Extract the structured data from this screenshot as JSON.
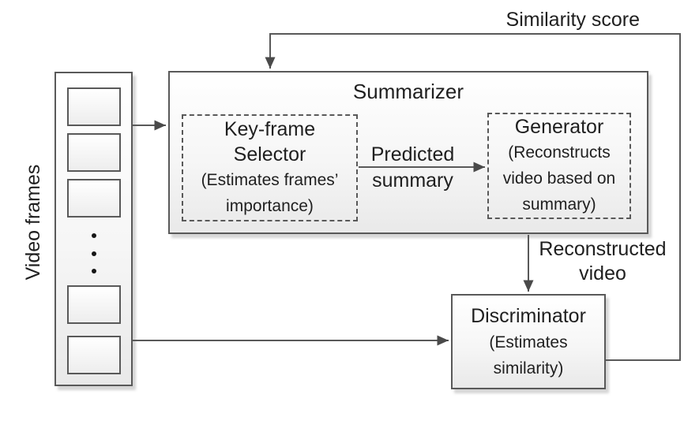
{
  "labels": {
    "similarity_score": "Similarity score",
    "video_frames": "Video frames",
    "predicted_summary": [
      "Predicted",
      "summary"
    ],
    "reconstructed_video": [
      "Reconstructed",
      "video"
    ]
  },
  "summarizer": {
    "title": "Summarizer",
    "keyframe_selector": {
      "name": [
        "Key-frame",
        "Selector"
      ],
      "description": [
        "(Estimates frames’",
        "importance)"
      ]
    },
    "generator": {
      "name": "Generator",
      "description": [
        "(Reconstructs",
        "video based on",
        "summary)"
      ]
    }
  },
  "discriminator": {
    "name": "Discriminator",
    "description": [
      "(Estimates",
      "similarity)"
    ]
  },
  "colors": {
    "line": "#595959",
    "arrowhead": "#4a4a4a",
    "text": "#1f1f1f",
    "box_fill_top": "#ffffff",
    "box_fill_bottom": "#e9e9e9",
    "shadow": "#b8b8b8",
    "background": "#ffffff"
  }
}
